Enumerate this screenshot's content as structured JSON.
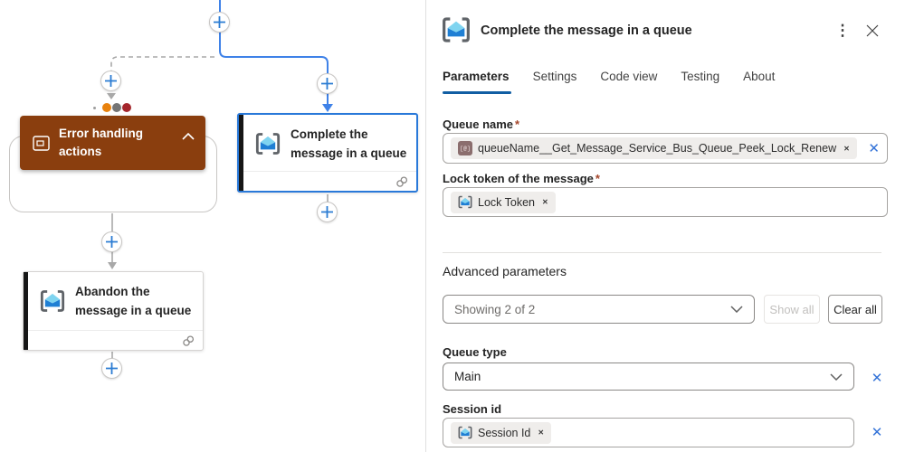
{
  "canvas": {
    "error_scope": {
      "title": "Error handling actions"
    },
    "complete_card": {
      "title": "Complete the message in a queue"
    },
    "abandon_card": {
      "title": "Abandon the message in a queue"
    }
  },
  "panel": {
    "title": "Complete the message in a queue",
    "tabs": [
      {
        "label": "Parameters"
      },
      {
        "label": "Settings"
      },
      {
        "label": "Code view"
      },
      {
        "label": "Testing"
      },
      {
        "label": "About"
      }
    ],
    "queue_name": {
      "label": "Queue name",
      "required": "*",
      "token": "queueName__Get_Message_Service_Bus_Queue_Peek_Lock_Renew",
      "token_chip": "[@]"
    },
    "lock_token": {
      "label": "Lock token of the message",
      "required": "*",
      "token": "Lock Token"
    },
    "advanced": {
      "heading": "Advanced parameters",
      "selected": "Showing 2 of 2",
      "show_all": "Show all",
      "clear_all": "Clear all"
    },
    "queue_type": {
      "label": "Queue type",
      "value": "Main"
    },
    "session_id": {
      "label": "Session id",
      "token": "Session Id"
    }
  },
  "icons": {
    "more": "⋮",
    "token_remove": "✕",
    "clear": "✕"
  },
  "colors": {
    "accent_blue": "#2b7cd3",
    "connector_blue": "#3f82e8",
    "connector_gray": "#a8a8a8",
    "scope_brown": "#8a3e0e",
    "selected_border": "#2979d9",
    "tab_underline": "#115ea3",
    "status_dots": [
      "#e8820e",
      "#757575",
      "#a4262c"
    ]
  }
}
